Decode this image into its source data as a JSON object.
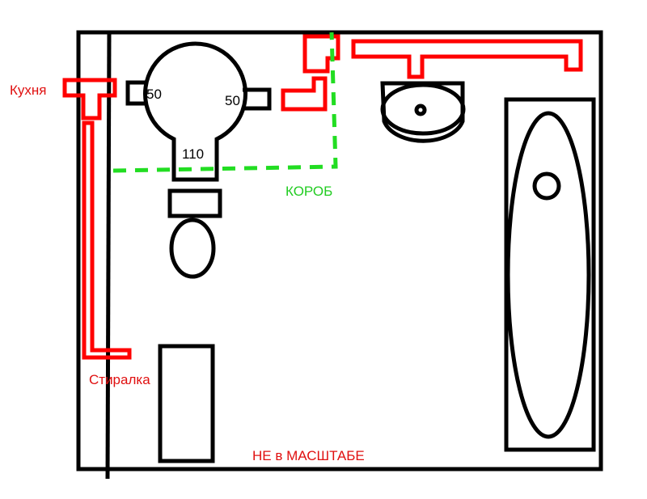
{
  "labels": {
    "kitchen": "Кухня",
    "pipe_left": "50",
    "pipe_right": "50",
    "pipe_main": "110",
    "box": "КОРОБ",
    "washer": "Стиралка",
    "not_to_scale": "НЕ в МАСШТАБЕ"
  },
  "colors": {
    "wall": "#000000",
    "water_pipe": "#ff0000",
    "box_line": "#22dd22",
    "label_red": "#e01010",
    "label_green": "#22cc22"
  }
}
